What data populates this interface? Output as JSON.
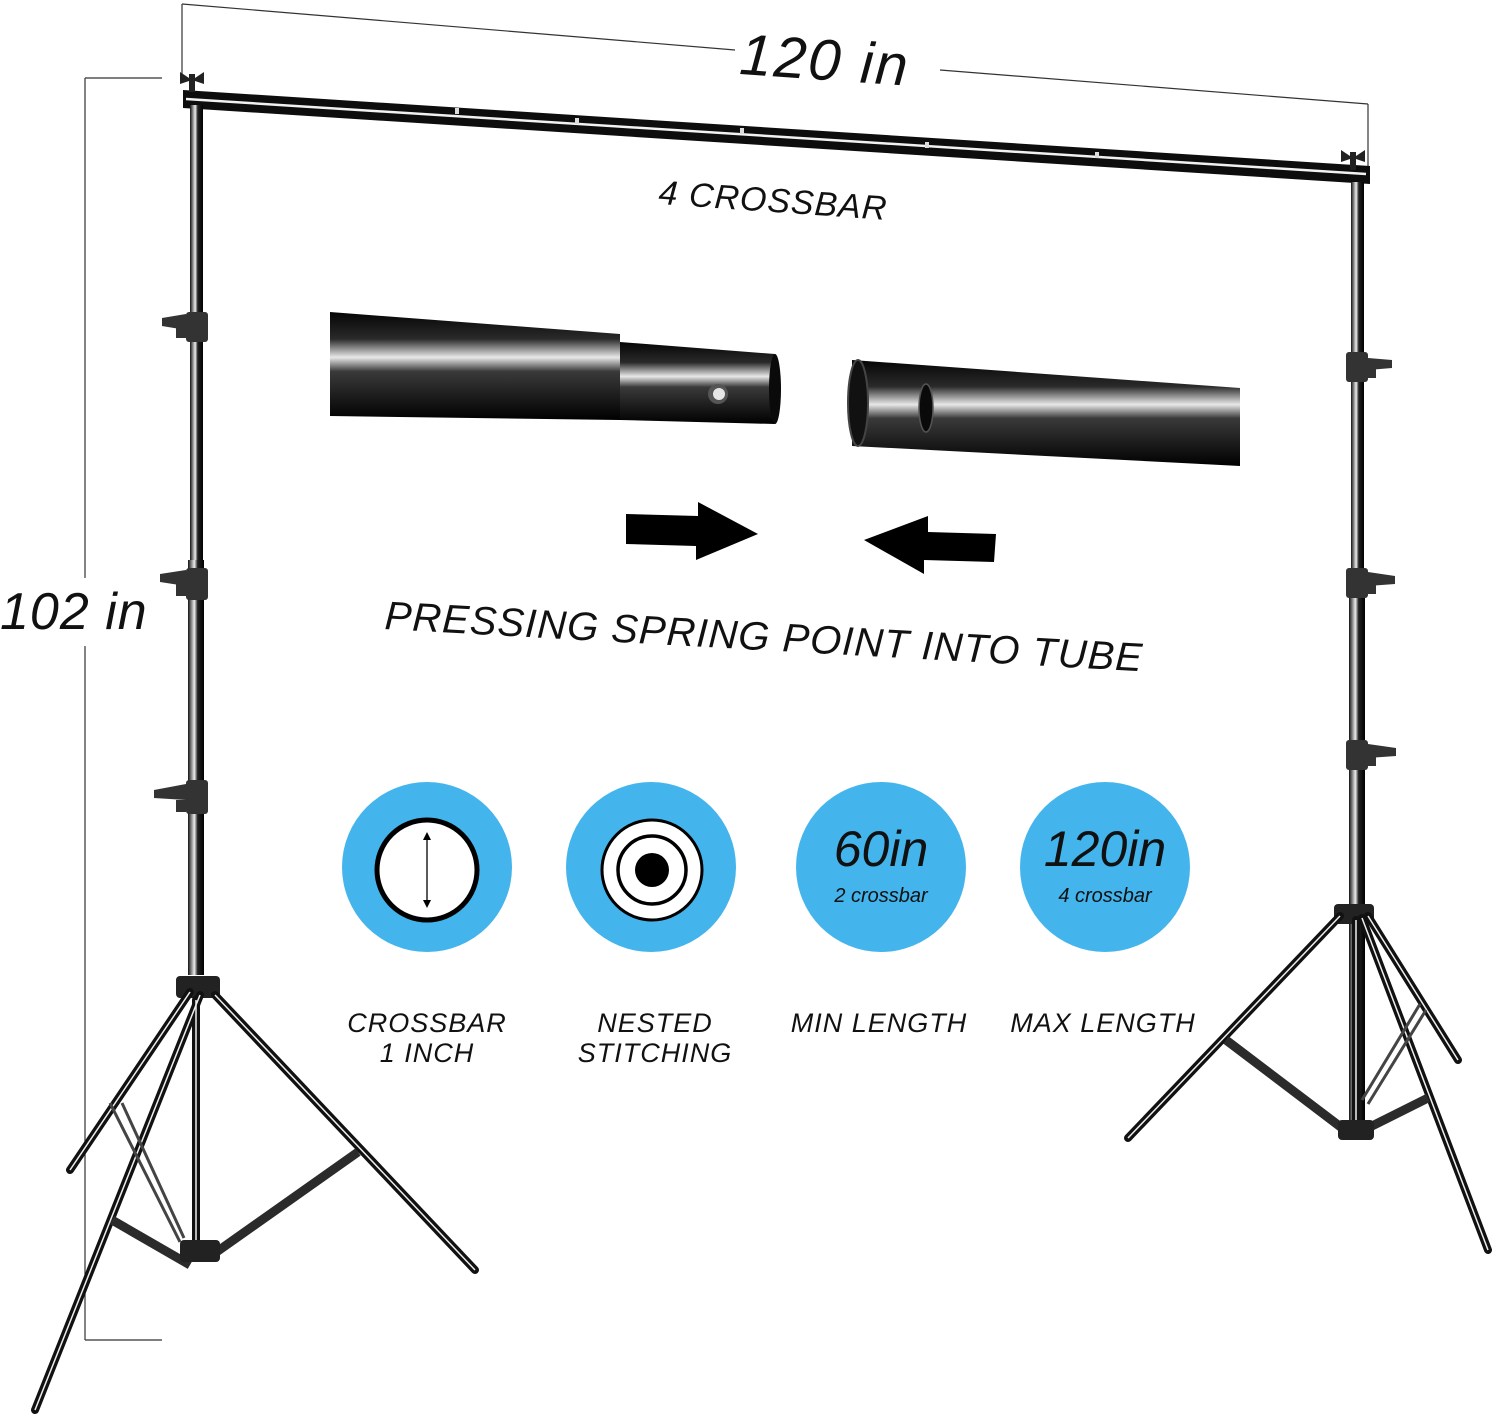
{
  "dimensions": {
    "width_label": "120 in",
    "height_label": "102 in"
  },
  "crossbar_label": "4 CROSSBAR",
  "instruction": {
    "text": "PRESSING SPRING POINT INTO TUBE",
    "arrows": [
      "arrow-right-icon",
      "arrow-left-icon"
    ]
  },
  "features": [
    {
      "icon": "tube-cross-section-icon",
      "big": "",
      "small": "",
      "caption_line1": "CROSSBAR",
      "caption_line2": "1 INCH"
    },
    {
      "icon": "nested-rings-icon",
      "big": "",
      "small": "",
      "caption_line1": "NESTED",
      "caption_line2": "STITCHING"
    },
    {
      "icon": "",
      "big": "60in",
      "small": "2 crossbar",
      "caption_line1": "MIN LENGTH",
      "caption_line2": ""
    },
    {
      "icon": "",
      "big": "120in",
      "small": "4 crossbar",
      "caption_line1": "MAX LENGTH",
      "caption_line2": ""
    }
  ],
  "colors": {
    "badge_blue": "#44b4ec",
    "metal_dark": "#1a1a1a",
    "background": "#ffffff"
  }
}
